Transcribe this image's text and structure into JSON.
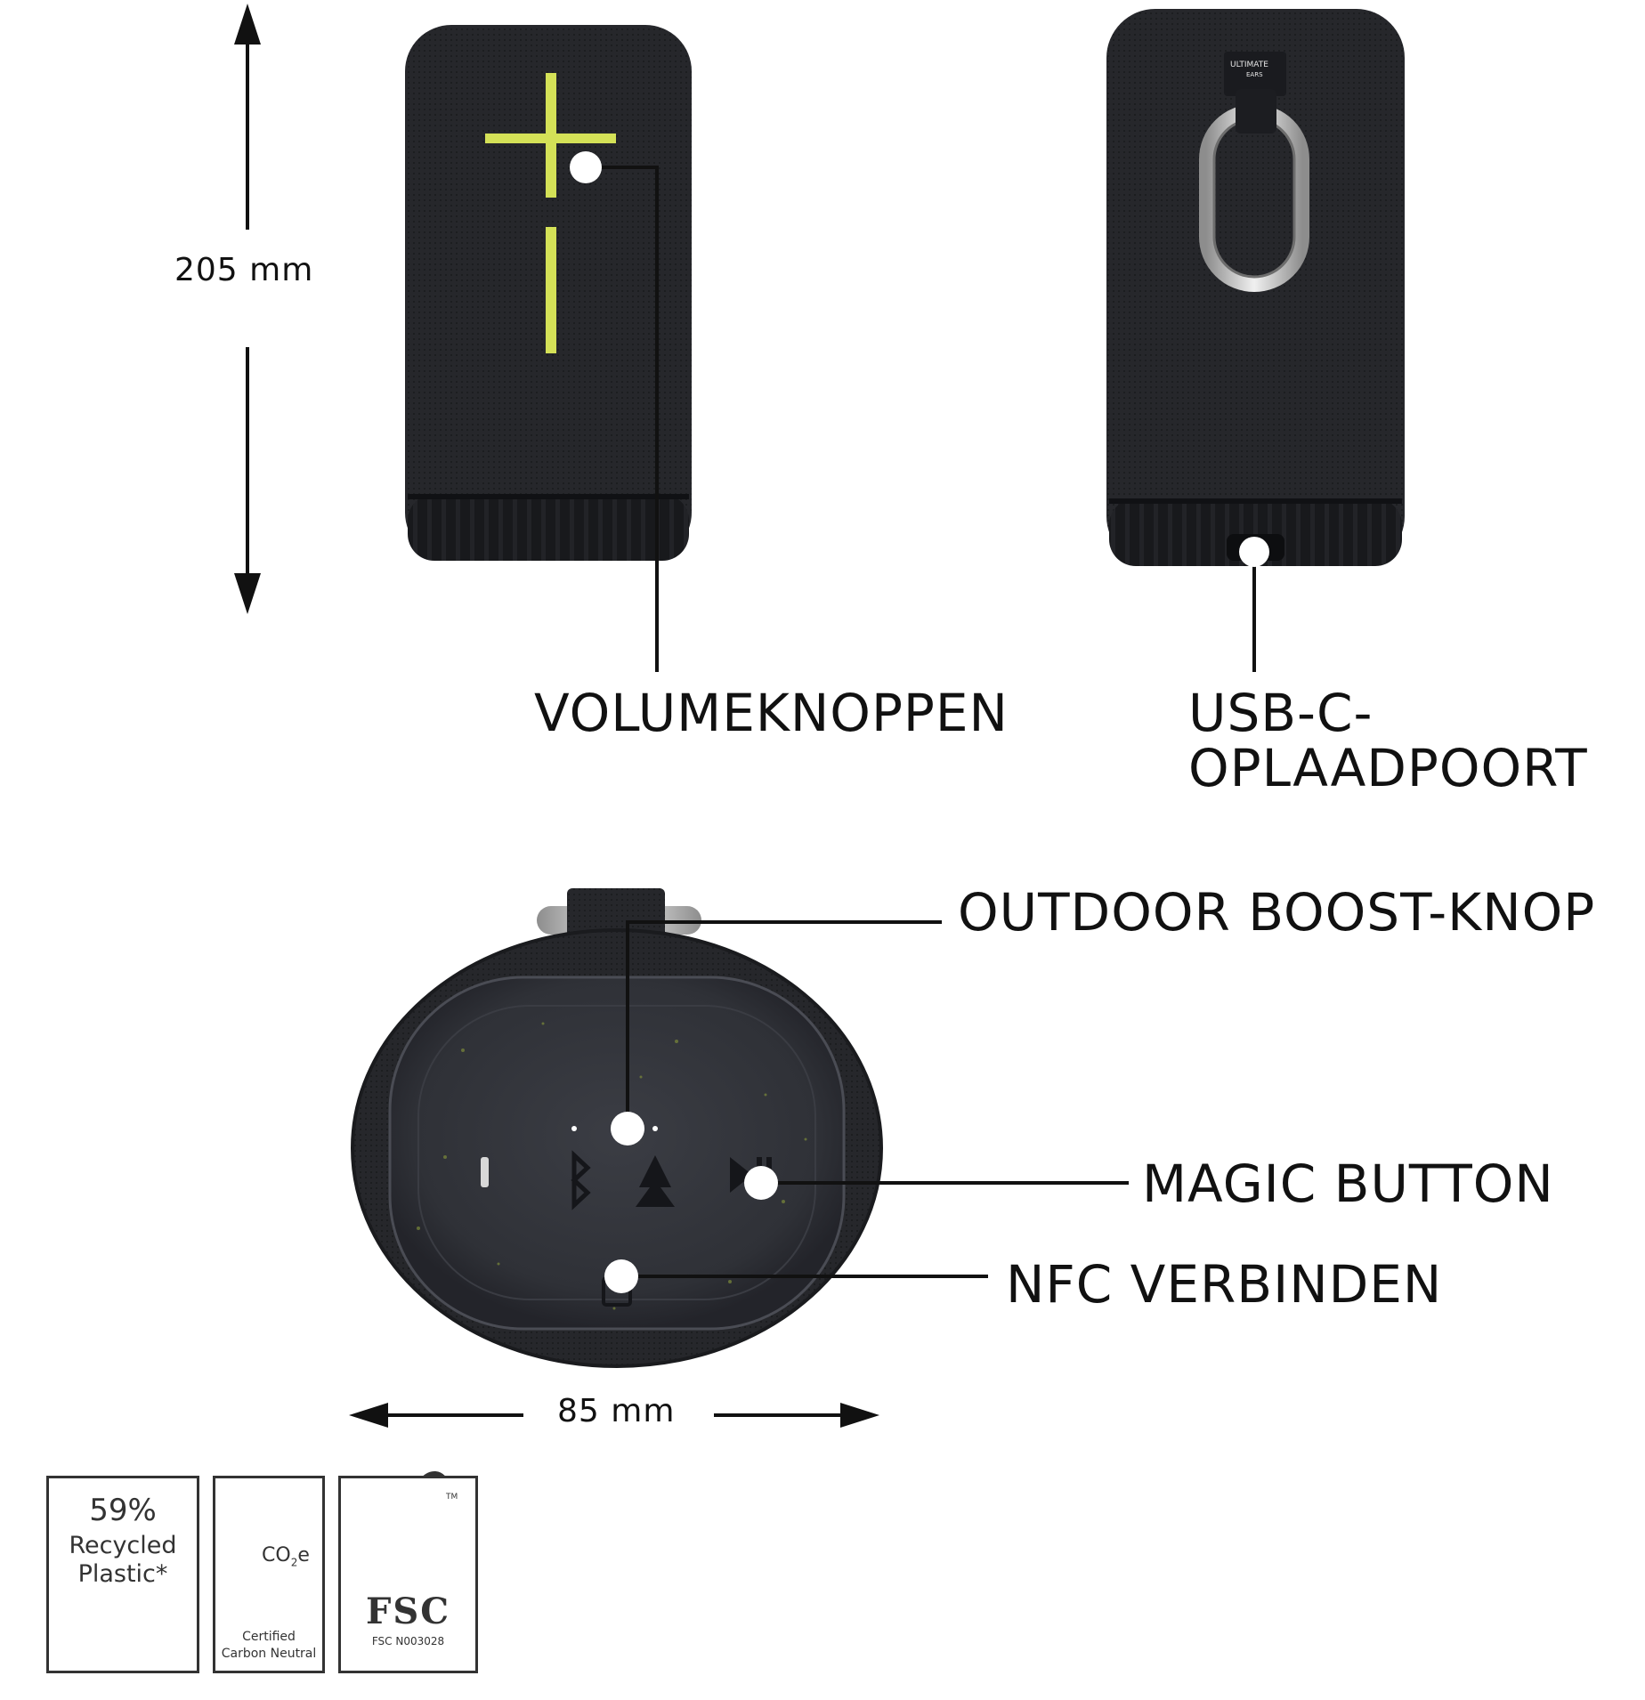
{
  "dimensions": {
    "height": "205 mm",
    "width": "85 mm"
  },
  "callouts": {
    "volume": "VOLUMEKNOPPEN",
    "usb_line1": "USB-C-",
    "usb_line2": "OPLAADPOORT",
    "outdoor_boost": "OUTDOOR BOOST-KNOP",
    "magic_button": "MAGIC BUTTON",
    "nfc": "NFC VERBINDEN"
  },
  "speaker_back": {
    "brand_line1": "ULTIMATE",
    "brand_line2": "EARS"
  },
  "badges": {
    "recycled": {
      "percent": "59%",
      "line1": "Recycled",
      "line2": "Plastic*"
    },
    "carbon": {
      "co2": "CO",
      "sub": "2",
      "e": "e",
      "line1": "Certified",
      "line2": "Carbon Neutral"
    },
    "fsc": {
      "tm": "TM",
      "name": "FSC",
      "code": "FSC",
      "code_id": "N003028"
    }
  },
  "colors": {
    "speaker_body": "#1f2024",
    "speaker_base": "#141518",
    "logo_accent": "#d4e157",
    "hook_metal": "#c9c9c9",
    "callout_dot": "#ffffff",
    "line": "#111111"
  }
}
